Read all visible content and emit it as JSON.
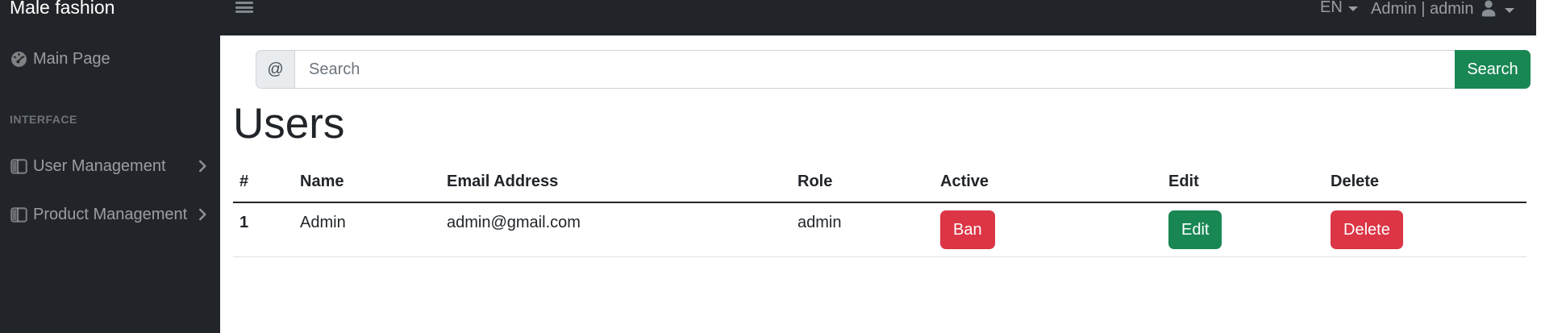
{
  "navbar": {
    "brand": "Male fashion",
    "lang_label": "EN",
    "user_label": "Admin | admin"
  },
  "sidebar": {
    "main_item": {
      "label": "Main Page",
      "icon": "gauge-icon"
    },
    "section_heading": "INTERFACE",
    "menu": [
      {
        "label": "User Management",
        "icon": "columns-icon"
      },
      {
        "label": "Product Management",
        "icon": "columns-icon"
      }
    ]
  },
  "search": {
    "prefix": "@",
    "placeholder": "Search",
    "button_label": "Search"
  },
  "page": {
    "title": "Users"
  },
  "table": {
    "headers": [
      "#",
      "Name",
      "Email Address",
      "Role",
      "Active",
      "Edit",
      "Delete"
    ],
    "rows": [
      {
        "id": "1",
        "name": "Admin",
        "email": "admin@gmail.com",
        "role": "admin",
        "active_label": "Ban",
        "edit_label": "Edit",
        "delete_label": "Delete"
      }
    ]
  },
  "colors": {
    "dark": "#212529",
    "success": "#198754",
    "danger": "#dc3545",
    "table_row_border": "#dee2e6",
    "input_border": "#ced4da",
    "prepend_bg": "#e9ecef"
  }
}
